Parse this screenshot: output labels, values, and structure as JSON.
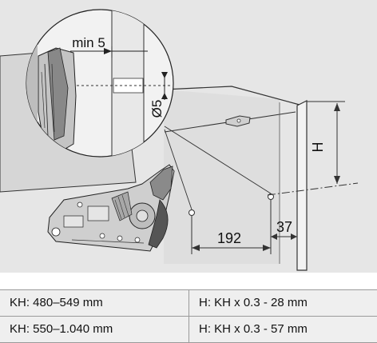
{
  "diagram": {
    "labels": {
      "min_offset": "min 5",
      "diameter": "Ø5",
      "height": "H",
      "dim_a": "192",
      "dim_b": "37"
    }
  },
  "specs": {
    "rows": [
      {
        "kh": "KH: 480–549 mm",
        "h": "H: KH x 0.3 - 28 mm"
      },
      {
        "kh": "KH: 550–1.040 mm",
        "h": "H: KH x 0.3 - 57 mm"
      }
    ]
  }
}
